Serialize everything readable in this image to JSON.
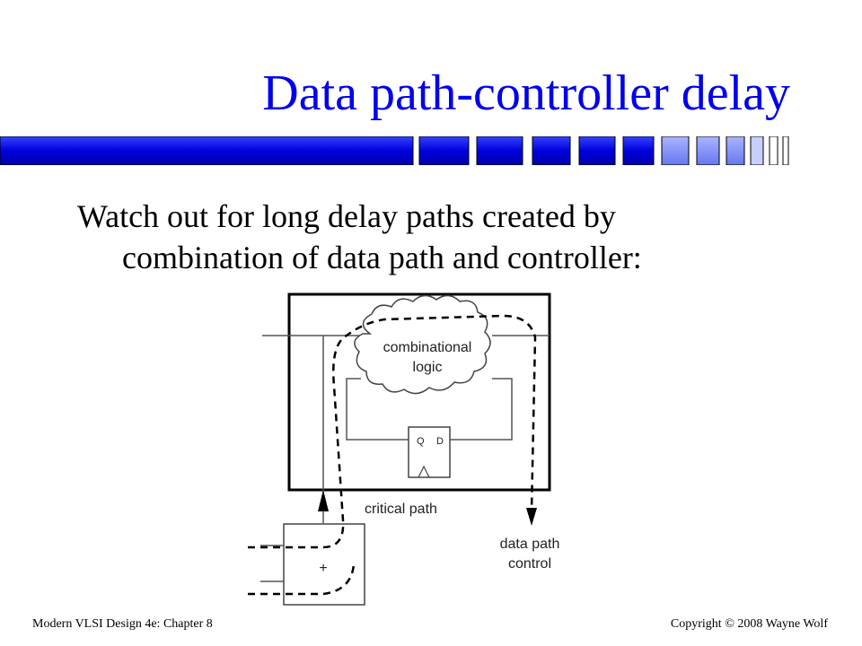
{
  "slide": {
    "title": "Data path-controller delay",
    "body_line1": "Watch out for long delay paths created by",
    "body_line2": "combination of data path and controller:"
  },
  "diagram": {
    "cloud_label_line1": "combinational",
    "cloud_label_line2": "logic",
    "ff_q": "Q",
    "ff_d": "D",
    "critical_path_label": "critical path",
    "output_label_line1": "data path",
    "output_label_line2": "control",
    "adder_label": "+"
  },
  "footer": {
    "left": "Modern VLSI Design 4e: Chapter 8",
    "copyright_word": "Copyright",
    "copyright_symbol": "©",
    "right_rest": "2008 Wayne Wolf"
  },
  "colors": {
    "title": "#0000ee",
    "bar_dark": "#0000cc",
    "bar_light": "#8899ff"
  }
}
